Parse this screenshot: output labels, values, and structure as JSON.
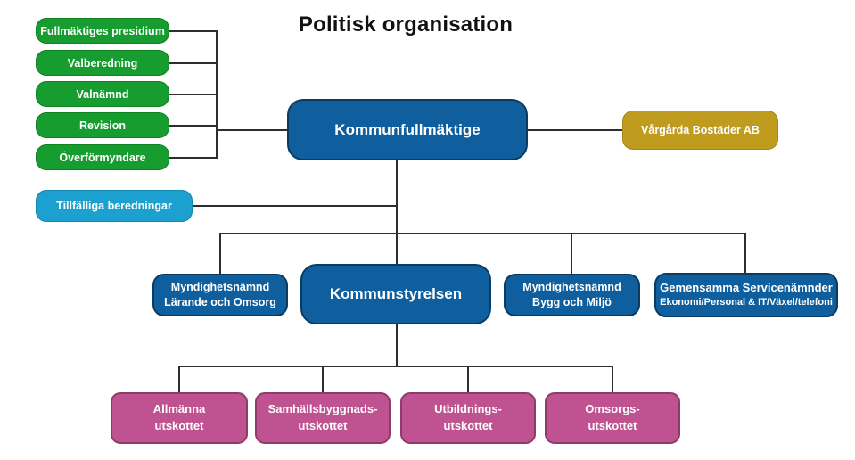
{
  "title": "Politisk organisation",
  "colors": {
    "green": "#169C2F",
    "dark_blue": "#0F5F9E",
    "light_blue": "#1BA0CF",
    "gold": "#BF9C1D",
    "pink": "#BF5290",
    "connector": "#2E2E2E",
    "box_text": "#FFFFFF",
    "title_text": "#111111"
  },
  "left_column": [
    {
      "label": "Fullmäktiges presidium"
    },
    {
      "label": "Valberedning"
    },
    {
      "label": "Valnämnd"
    },
    {
      "label": "Revision"
    },
    {
      "label": "Överförmyndare"
    }
  ],
  "nodes": {
    "kommunfullmaktige": {
      "label": "Kommunfullmäktige"
    },
    "vargarda_bostader": {
      "label": "Vårgårda Bostäder AB"
    },
    "tillfalliga_beredningar": {
      "label": "Tillfälliga beredningar"
    },
    "myndighetsnamnd_larande": {
      "line1": "Myndighetsnämnd",
      "line2": "Lärande och Omsorg"
    },
    "kommunstyrelsen": {
      "label": "Kommunstyrelsen"
    },
    "myndighetsnamnd_bygg": {
      "line1": "Myndighetsnämnd",
      "line2": "Bygg och Miljö"
    },
    "gemensamma_servicenamnder": {
      "line1": "Gemensamma Servicenämnder",
      "line2": "Ekonomi/Personal & IT/Växel/telefoni"
    }
  },
  "utskott": [
    {
      "line1": "Allmänna",
      "line2": "utskottet"
    },
    {
      "line1": "Samhällsbyggnads-",
      "line2": "utskottet"
    },
    {
      "line1": "Utbildnings-",
      "line2": "utskottet"
    },
    {
      "line1": "Omsorgs-",
      "line2": "utskottet"
    }
  ]
}
